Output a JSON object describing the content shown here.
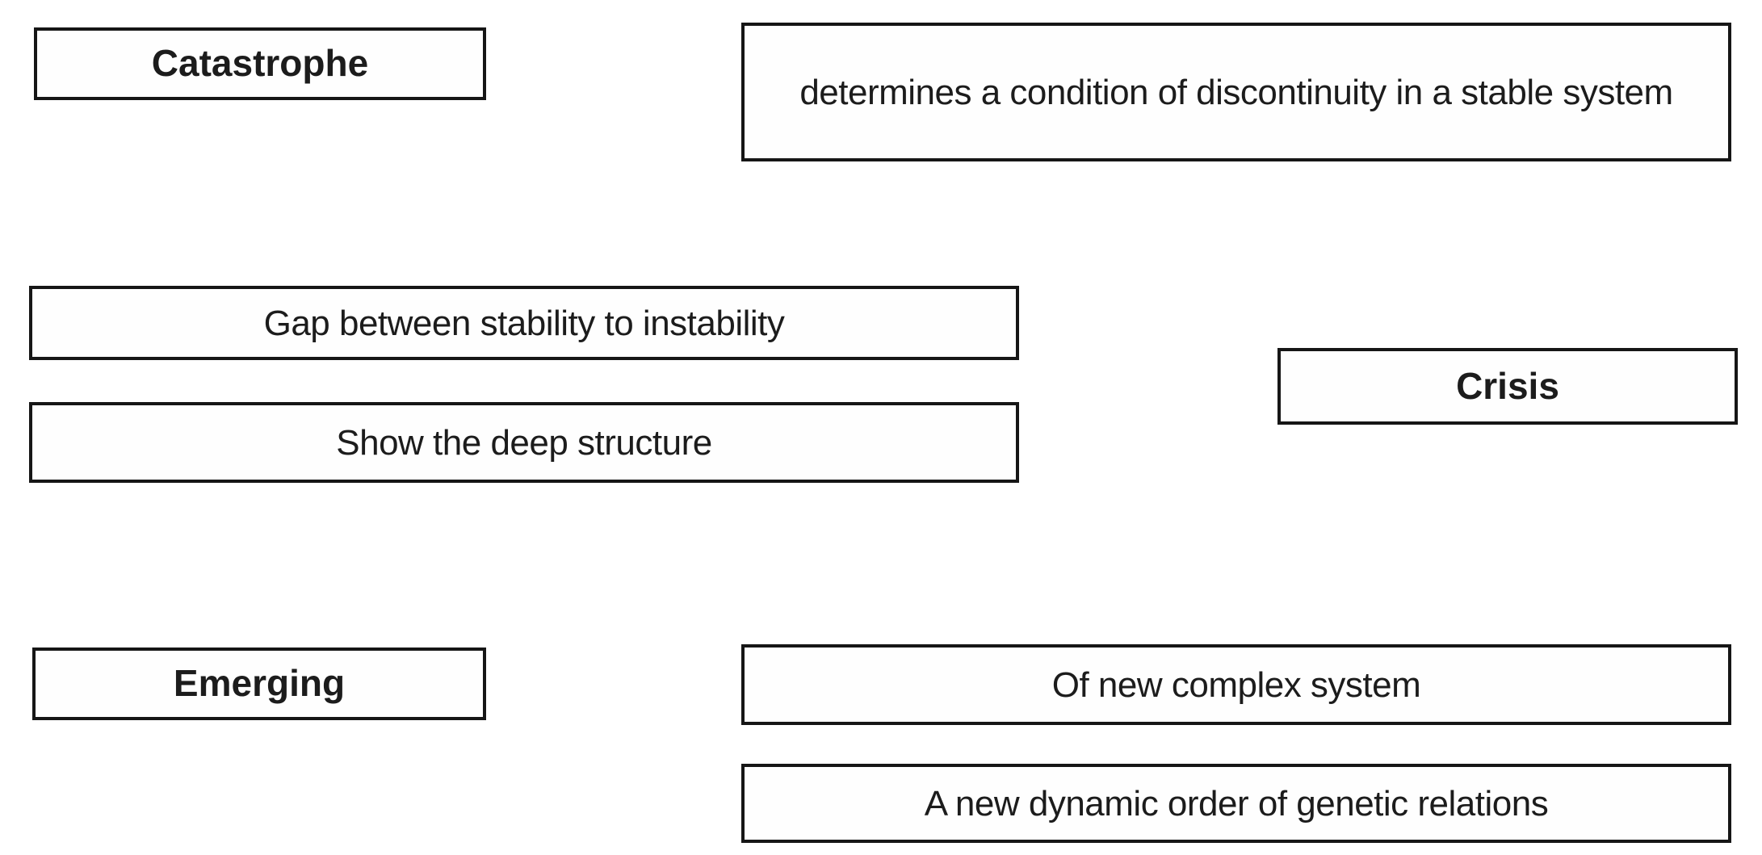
{
  "diagram": {
    "background_color": "#ffffff",
    "box_border_color": "#161616",
    "text_color": "#1c1c1c"
  },
  "boxes": [
    {
      "id": "catastrophe",
      "kind": "term",
      "label": "Catastrophe"
    },
    {
      "id": "catastrophe-definition",
      "kind": "description",
      "label": "determines a condition of discontinuity in a stable system"
    },
    {
      "id": "gap-definition",
      "kind": "description",
      "label": "Gap between stability to instability"
    },
    {
      "id": "show-deep-structure",
      "kind": "description",
      "label": "Show the deep structure"
    },
    {
      "id": "crisis",
      "kind": "term",
      "label": "Crisis"
    },
    {
      "id": "emerging",
      "kind": "term",
      "label": "Emerging"
    },
    {
      "id": "of-new-complex-system",
      "kind": "description",
      "label": "Of new complex system"
    },
    {
      "id": "new-dynamic-order",
      "kind": "description",
      "label": "A new dynamic order of genetic relations"
    }
  ]
}
